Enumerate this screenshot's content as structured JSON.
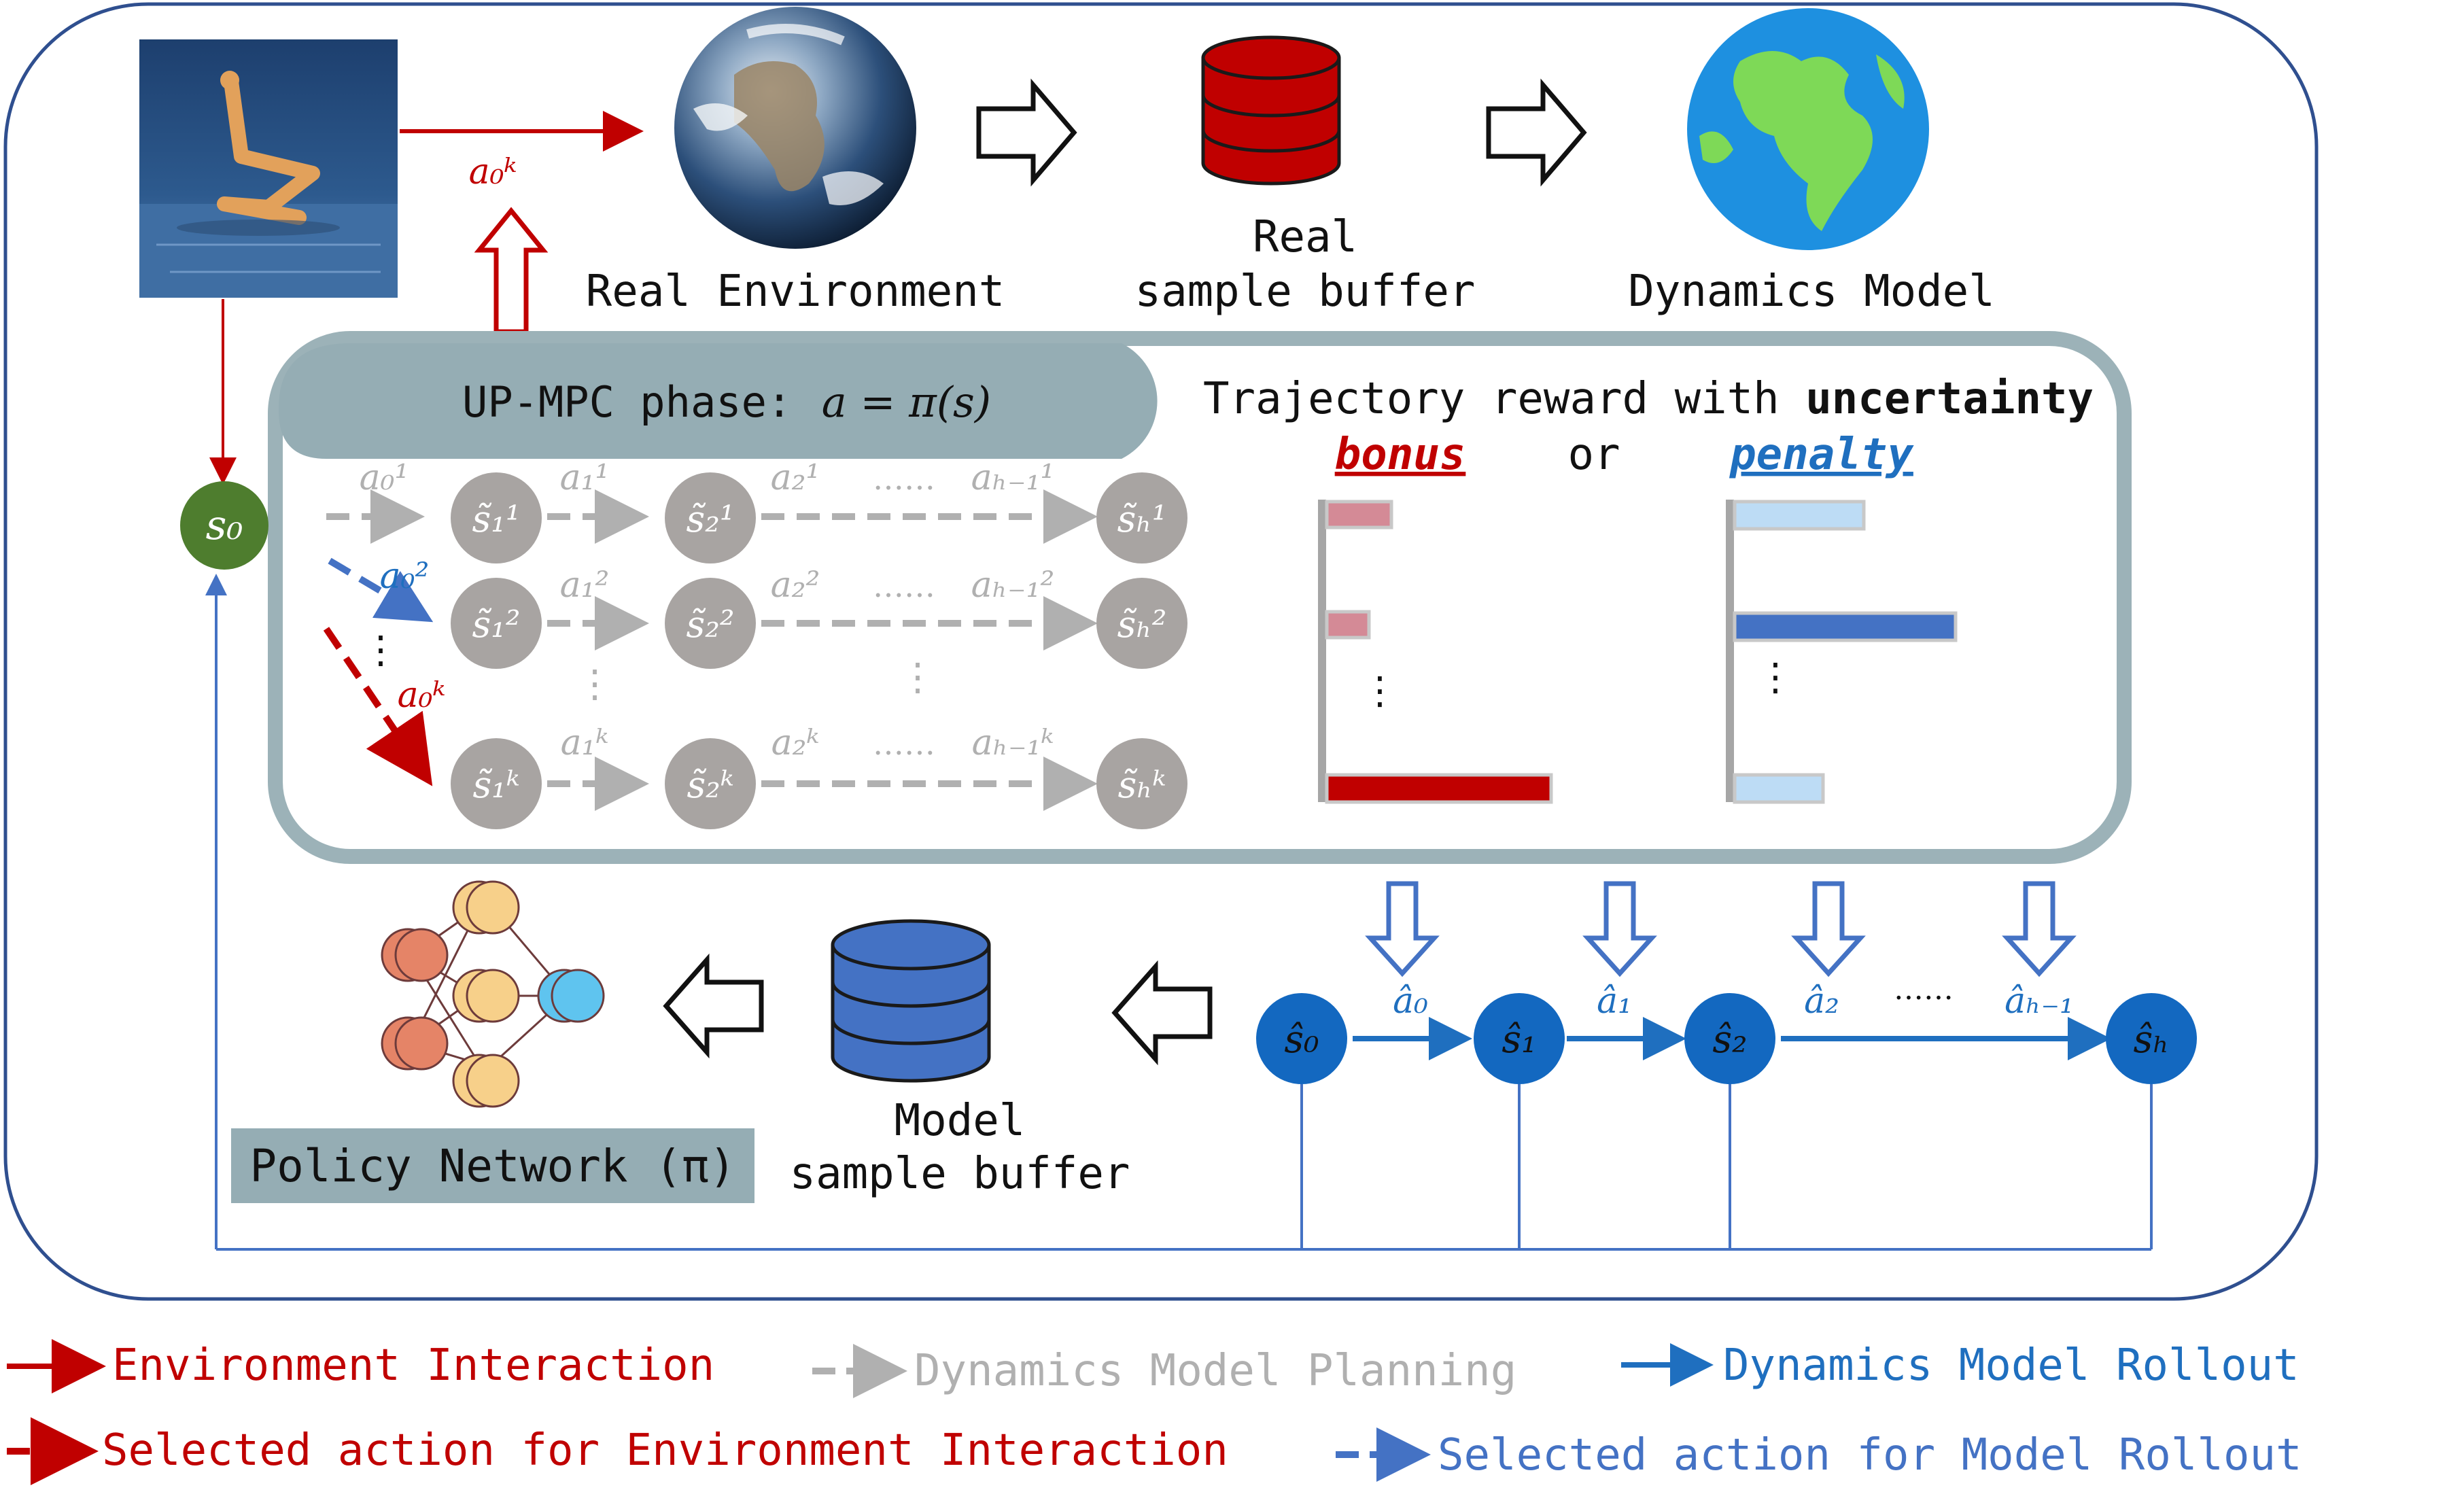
{
  "colors": {
    "env_red": "#c00000",
    "planning_gray": "#b0b0b0",
    "rollout_blue": "#1f6fbf",
    "selected_blue": "#4472c4",
    "panel_fill": "#95adb4",
    "panel_border": "#9cb2b8",
    "outer_border": "#2f4f8f",
    "node_gray": "#a8a4a2",
    "node_green": "#4e7d2e",
    "node_blue": "#1368c0"
  },
  "top_row": {
    "real_env_label": "Real Environment",
    "real_buffer_line1": "Real",
    "real_buffer_line2": "sample buffer",
    "dynamics_model_label": "Dynamics Model",
    "action_label": "a₀ᵏ"
  },
  "panel": {
    "phase_label": "UP-MPC phase:",
    "phase_formula": "a = π(s)",
    "reward_title_prefix": "Trajectory reward with ",
    "reward_title_bold": "uncertainty",
    "bonus_label": "bonus",
    "or_label": "or",
    "penalty_label": "penalty",
    "ellipsis_h": "……",
    "ellipsis_v": "⋮",
    "rows": [
      {
        "a0": "a₀¹",
        "a1": "a₁¹",
        "a2": "a₂¹",
        "aH": "aₕ₋₁¹",
        "s1": "s̃₁¹",
        "s2": "s̃₂¹",
        "sH": "s̃ₕ¹"
      },
      {
        "a0": "a₀²",
        "a1": "a₁²",
        "a2": "a₂²",
        "aH": "aₕ₋₁²",
        "s1": "s̃₁²",
        "s2": "s̃₂²",
        "sH": "s̃ₕ²"
      },
      {
        "a0": "a₀ᵏ",
        "a1": "a₁ᵏ",
        "a2": "a₂ᵏ",
        "aH": "aₕ₋₁ᵏ",
        "s1": "s̃₁ᵏ",
        "s2": "s̃₂ᵏ",
        "sH": "s̃ₕᵏ"
      }
    ],
    "start_state": "s₀"
  },
  "bottom_row": {
    "policy_label": "Policy Network (π)",
    "model_buffer_line1": "Model",
    "model_buffer_line2": "sample buffer",
    "rollout_states": [
      "ŝ₀",
      "ŝ₁",
      "ŝ₂",
      "ŝₕ"
    ],
    "rollout_actions": [
      "â₀",
      "â₁",
      "â₂",
      "âₕ₋₁"
    ],
    "rollout_ellipsis": "……"
  },
  "legend": {
    "env_interaction": "Environment Interaction",
    "model_planning": "Dynamics Model Planning",
    "model_rollout": "Dynamics Model Rollout",
    "selected_env": "Selected action for Environment Interaction",
    "selected_model": "Selected action for Model Rollout"
  }
}
